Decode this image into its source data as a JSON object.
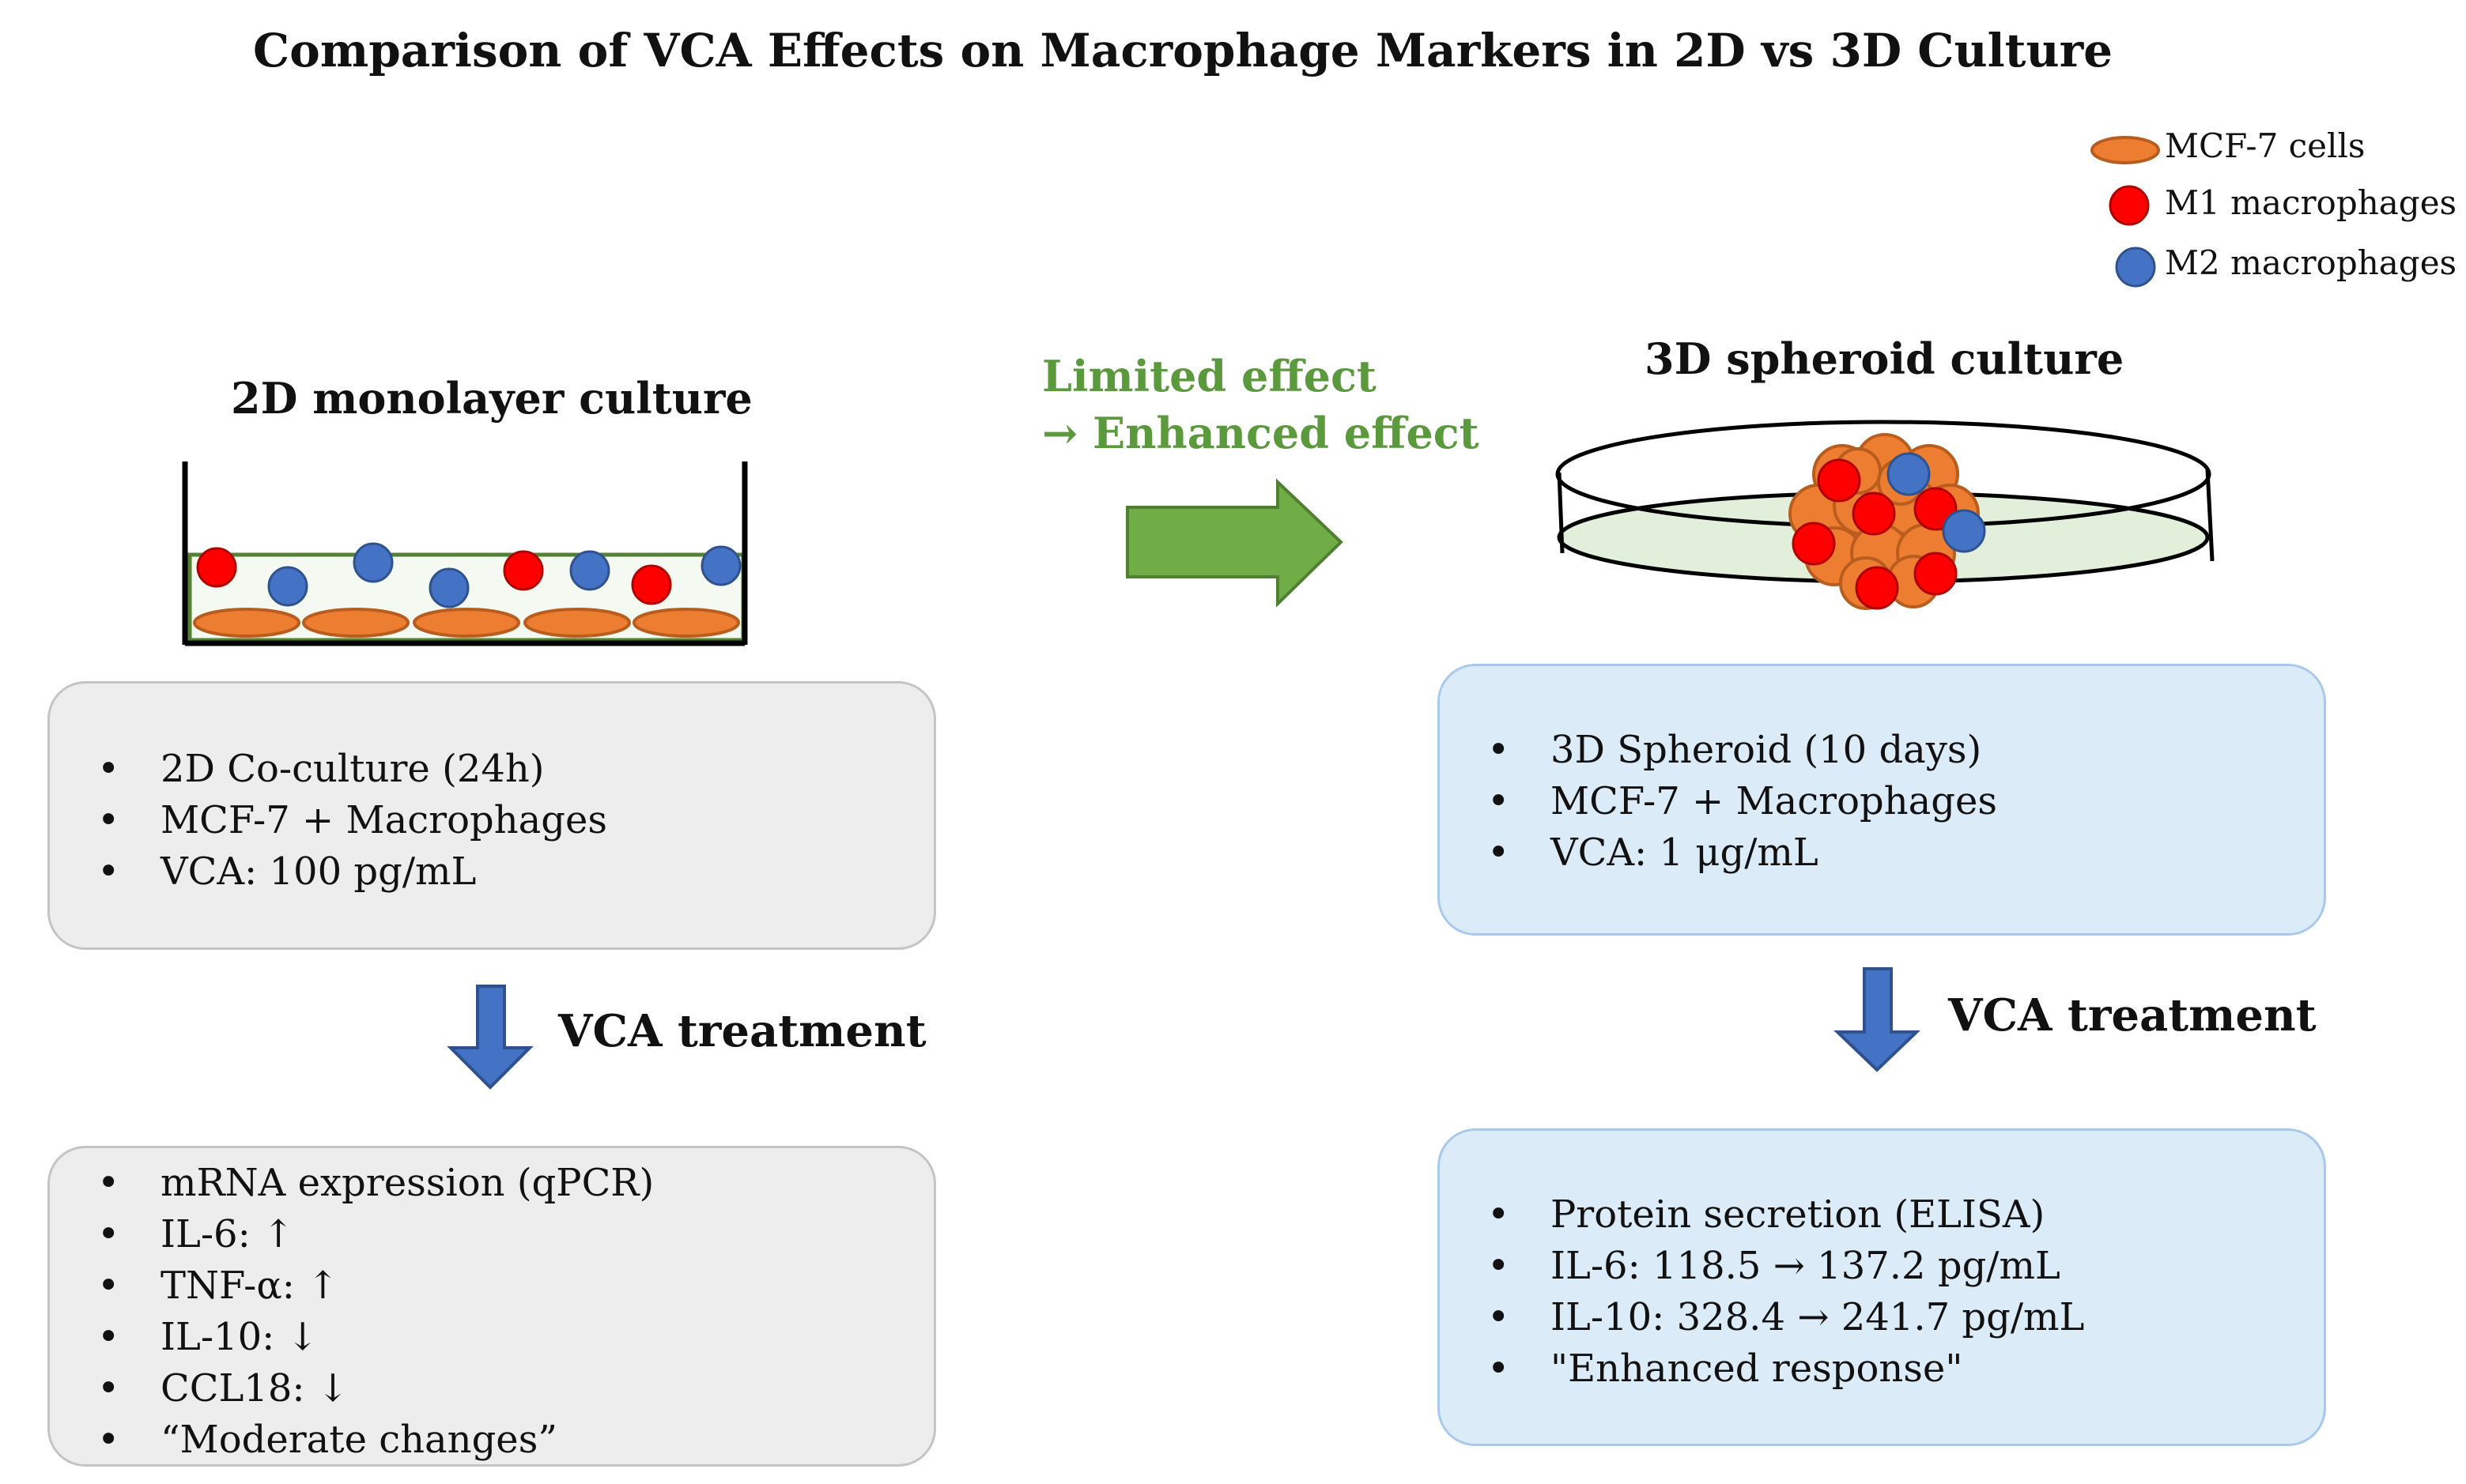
{
  "title": "Comparison of VCA Effects on Macrophage Markers in 2D vs 3D Culture",
  "colors": {
    "mcf7_fill": "#ed7d31",
    "mcf7_stroke": "#b85d1e",
    "m1_fill": "#ff0000",
    "m2_fill": "#4472c4",
    "arrow_blue": "#4472c4",
    "arrow_green": "#70ad47",
    "text_green": "#5b9a3c",
    "box_gray": "#ededed",
    "box_blue": "#dcebf8",
    "dish_fill": "#e2efda"
  },
  "legend": [
    {
      "label": "MCF-7 cells",
      "icon": "mcf7-cell-icon"
    },
    {
      "label": "M1 macrophages",
      "icon": "m1-macrophage-icon"
    },
    {
      "label": "M2 macrophages",
      "icon": "m2-macrophage-icon"
    }
  ],
  "left_panel": {
    "heading": "2D monolayer culture",
    "setup_items": [
      "2D Co-culture (24h)",
      "MCF-7 + Macrophages",
      "VCA: 100 pg/mL"
    ],
    "treatment_label": "VCA treatment",
    "result_items": [
      "mRNA expression (qPCR)",
      "IL-6: ↑",
      "TNF-α: ↑",
      "IL-10: ↓",
      "CCL18: ↓",
      "“Moderate changes”"
    ]
  },
  "right_panel": {
    "heading": "3D spheroid culture",
    "setup_items": [
      "3D Spheroid (10 days)",
      "MCF-7 + Macrophages",
      "VCA: 1 μg/mL"
    ],
    "treatment_label": "VCA treatment",
    "result_items": [
      "Protein secretion (ELISA)",
      "IL-6: 118.5 → 137.2 pg/mL",
      "IL-10: 328.4 → 241.7 pg/mL",
      "\"Enhanced response\""
    ]
  },
  "transition": {
    "line1": "Limited effect",
    "line2": "→ Enhanced effect"
  }
}
